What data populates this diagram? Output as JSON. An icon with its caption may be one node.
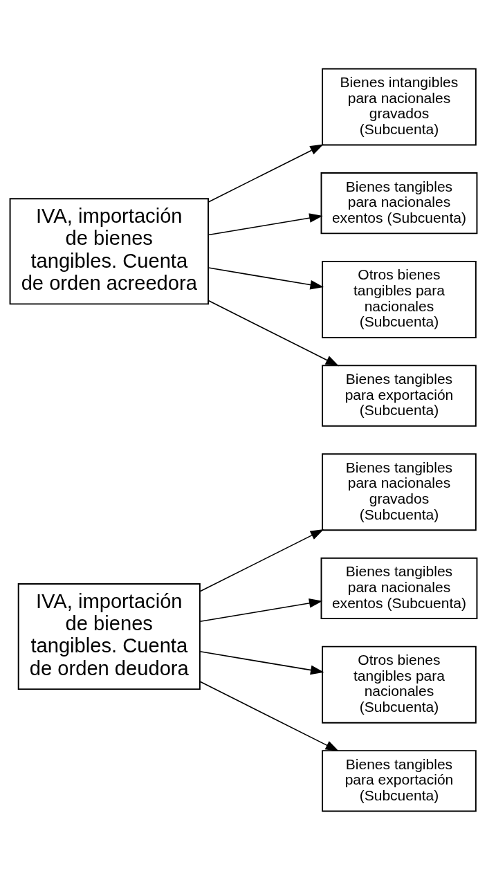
{
  "diagram": {
    "nodes": [
      {
        "text": [
          "IVA, importación de bienes tangibles. Cuenta de orden deudora"
        ]
      },
      {
        "text": [
          "Bienes tangibles para nacionales gravados (Subcuenta)"
        ]
      },
      {
        "text": [
          "Bienes tangibles para nacionales exentos (Subcuenta)"
        ]
      },
      {
        "text": [
          "Otros bienes tangibles para nacionales (Subcuenta)"
        ]
      },
      {
        "text": [
          "Bienes tangibles para exportación (Subcuenta)"
        ]
      },
      {
        "text": [
          "IVA, importación de bienes tangibles. Cuenta de orden acreedora"
        ]
      },
      {
        "text": [
          "Bienes intangibles para nacionales gravados (Subcuenta)"
        ]
      },
      {
        "text": [
          "Bienes tangibles para nacionales exentos (Subcuenta)"
        ]
      },
      {
        "text": [
          "Otros bienes tangibles para nacionales (Subcuenta)"
        ]
      },
      {
        "text": [
          "Bienes tangibles para exportación (Subcuenta)"
        ]
      }
    ],
    "edges": [
      {
        "from": 0,
        "to": 1,
        "arrow": "to"
      },
      {
        "from": 0,
        "to": 2,
        "arrow": "to"
      },
      {
        "from": 0,
        "to": 3,
        "arrow": "to"
      },
      {
        "from": 0,
        "to": 4,
        "arrow": "to"
      },
      {
        "from": 5,
        "to": 6,
        "arrow": "to"
      },
      {
        "from": 5,
        "to": 7,
        "arrow": "to"
      },
      {
        "from": 5,
        "to": 8,
        "arrow": "to"
      },
      {
        "from": 5,
        "to": 9,
        "arrow": "to"
      }
    ]
  }
}
